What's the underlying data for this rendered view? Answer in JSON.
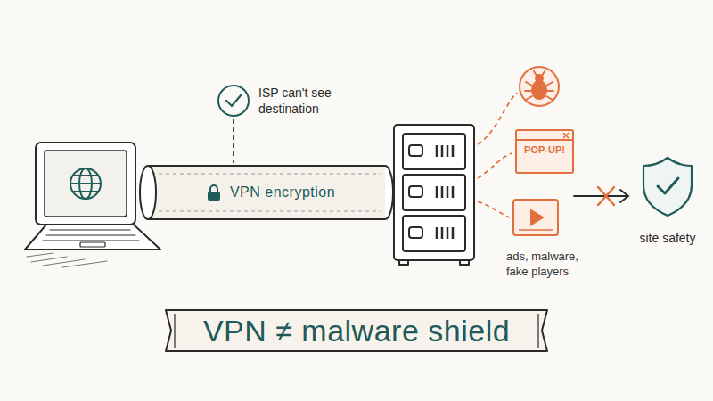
{
  "diagram": {
    "title": "VPN ≠ malware shield",
    "nodes": [
      {
        "text": [
          "ISP can't see destination"
        ]
      },
      {
        "text": [
          "VPN encryption"
        ]
      },
      {
        "text": [
          "POP-UP!"
        ]
      },
      {
        "text": [
          "site safety"
        ]
      }
    ],
    "edges": [
      {
        "from": 0,
        "to": 1,
        "arrow": "none"
      }
    ],
    "labels": [
      "ads, malware, fake players"
    ]
  }
}
